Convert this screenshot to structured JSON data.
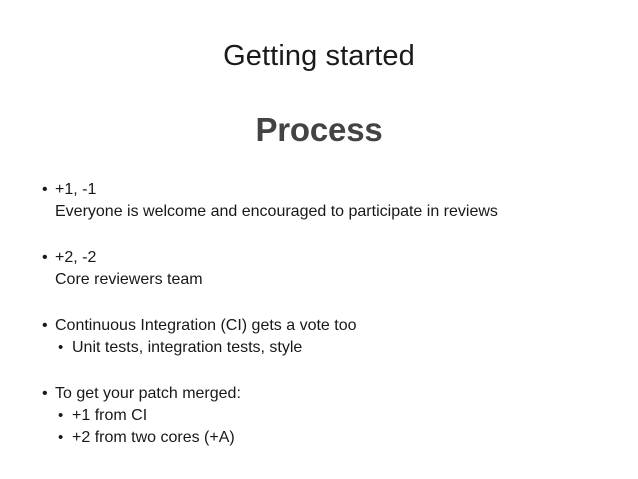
{
  "slide": {
    "title": "Getting started",
    "subtitle": "Process",
    "bullet_char": "•",
    "colors": {
      "background": "#ffffff",
      "title_text": "#1a1a1a",
      "subtitle_text": "#434343",
      "body_text": "#181818"
    },
    "groups": [
      {
        "lines": [
          {
            "level": 1,
            "bulleted": true,
            "text": "+1, -1"
          },
          {
            "level": 1,
            "bulleted": false,
            "text": "Everyone is welcome and encouraged to participate in reviews"
          }
        ]
      },
      {
        "lines": [
          {
            "level": 1,
            "bulleted": true,
            "text": "+2, -2"
          },
          {
            "level": 1,
            "bulleted": false,
            "text": "Core reviewers team"
          }
        ]
      },
      {
        "lines": [
          {
            "level": 1,
            "bulleted": true,
            "text": "Continuous Integration (CI) gets a vote too"
          },
          {
            "level": 2,
            "bulleted": true,
            "text": "Unit tests, integration tests, style"
          }
        ]
      },
      {
        "lines": [
          {
            "level": 1,
            "bulleted": true,
            "text": "To get your patch merged:"
          },
          {
            "level": 2,
            "bulleted": true,
            "text": "+1 from CI"
          },
          {
            "level": 2,
            "bulleted": true,
            "text": "+2 from two cores (+A)"
          }
        ]
      }
    ]
  }
}
